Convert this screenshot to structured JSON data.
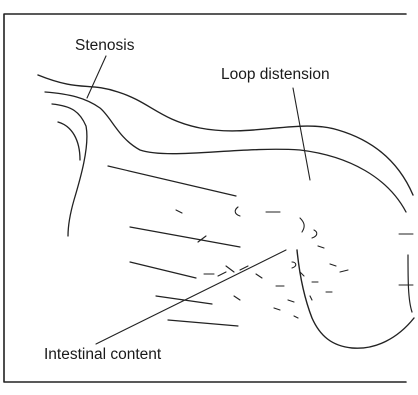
{
  "figure": {
    "labels": {
      "stenosis": "Stenosis",
      "loop_distension": "Loop distension",
      "intestinal_content": "Intestinal content"
    },
    "line_color": "#222222",
    "background_color": "#ffffff"
  }
}
